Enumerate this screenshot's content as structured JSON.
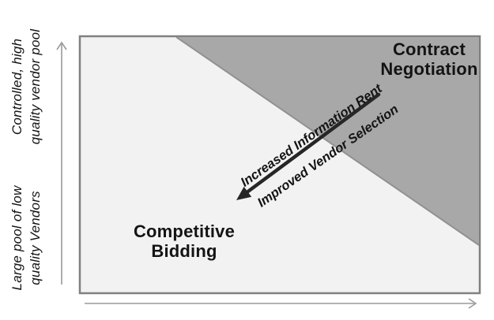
{
  "colors": {
    "gray_region": "#a8a8a8",
    "light_region": "#f2f2f2",
    "box_border": "#808080",
    "arrow": "#262626",
    "axis": "#9a9a9a",
    "text": "#141414"
  },
  "axes": {
    "y_top_label": "Controlled, high\nquality vendor pool",
    "y_bottom_label": "Large pool of low\nquality Vendors"
  },
  "regions": {
    "top_right_label": "Contract\nNegotiation",
    "bottom_left_label": "Competitive\nBidding"
  },
  "arrow": {
    "label_above": "Increased Information Rent",
    "label_below": "Improved Vendor Selection"
  }
}
